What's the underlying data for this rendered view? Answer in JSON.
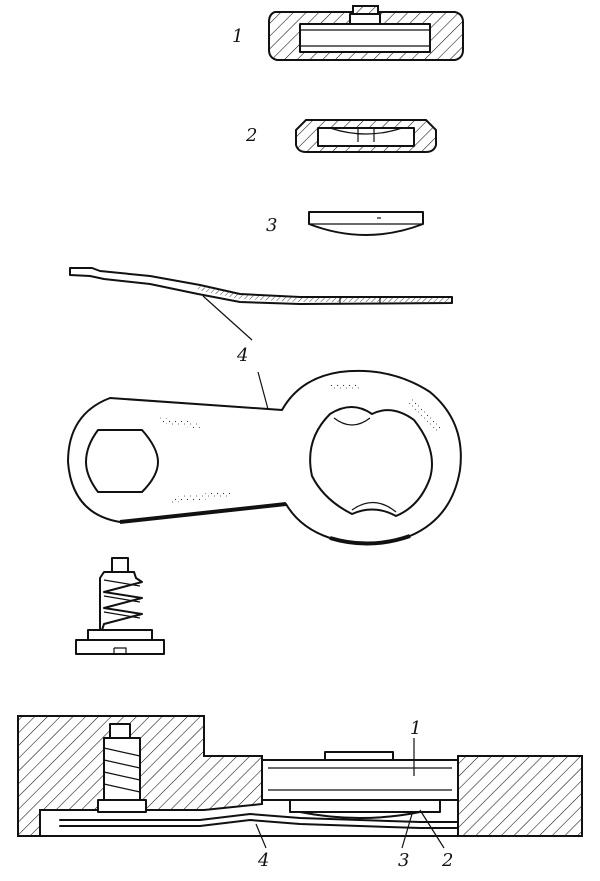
{
  "figure": {
    "parts": [
      {
        "id": "part-1",
        "label": "1"
      },
      {
        "id": "part-2",
        "label": "2"
      },
      {
        "id": "part-3",
        "label": "3"
      },
      {
        "id": "part-4",
        "label": "4"
      }
    ],
    "assembly_callouts": [
      "1",
      "4",
      "3",
      "2"
    ]
  }
}
